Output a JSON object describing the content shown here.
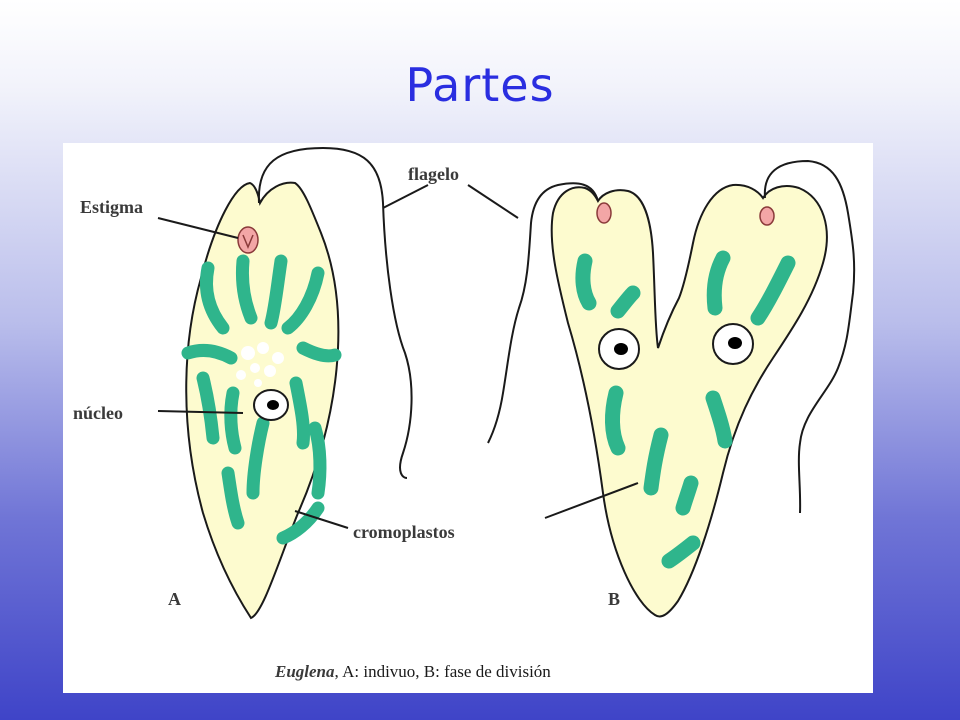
{
  "slide": {
    "title": "Partes"
  },
  "diagram": {
    "labels": {
      "estigma": "Estigma",
      "flagelo": "flagelo",
      "nucleo": "núcleo",
      "cromoplastos": "cromoplastos",
      "panel_a": "A",
      "panel_b": "B"
    },
    "caption": {
      "genus": "Euglena",
      "rest": ", A: indivuo,  B: fase de división"
    },
    "colors": {
      "cell_fill": "#fdfbcf",
      "chloroplast": "#2fb58c",
      "stigma": "#f3a6a6",
      "outline": "#1a1a1a"
    }
  }
}
